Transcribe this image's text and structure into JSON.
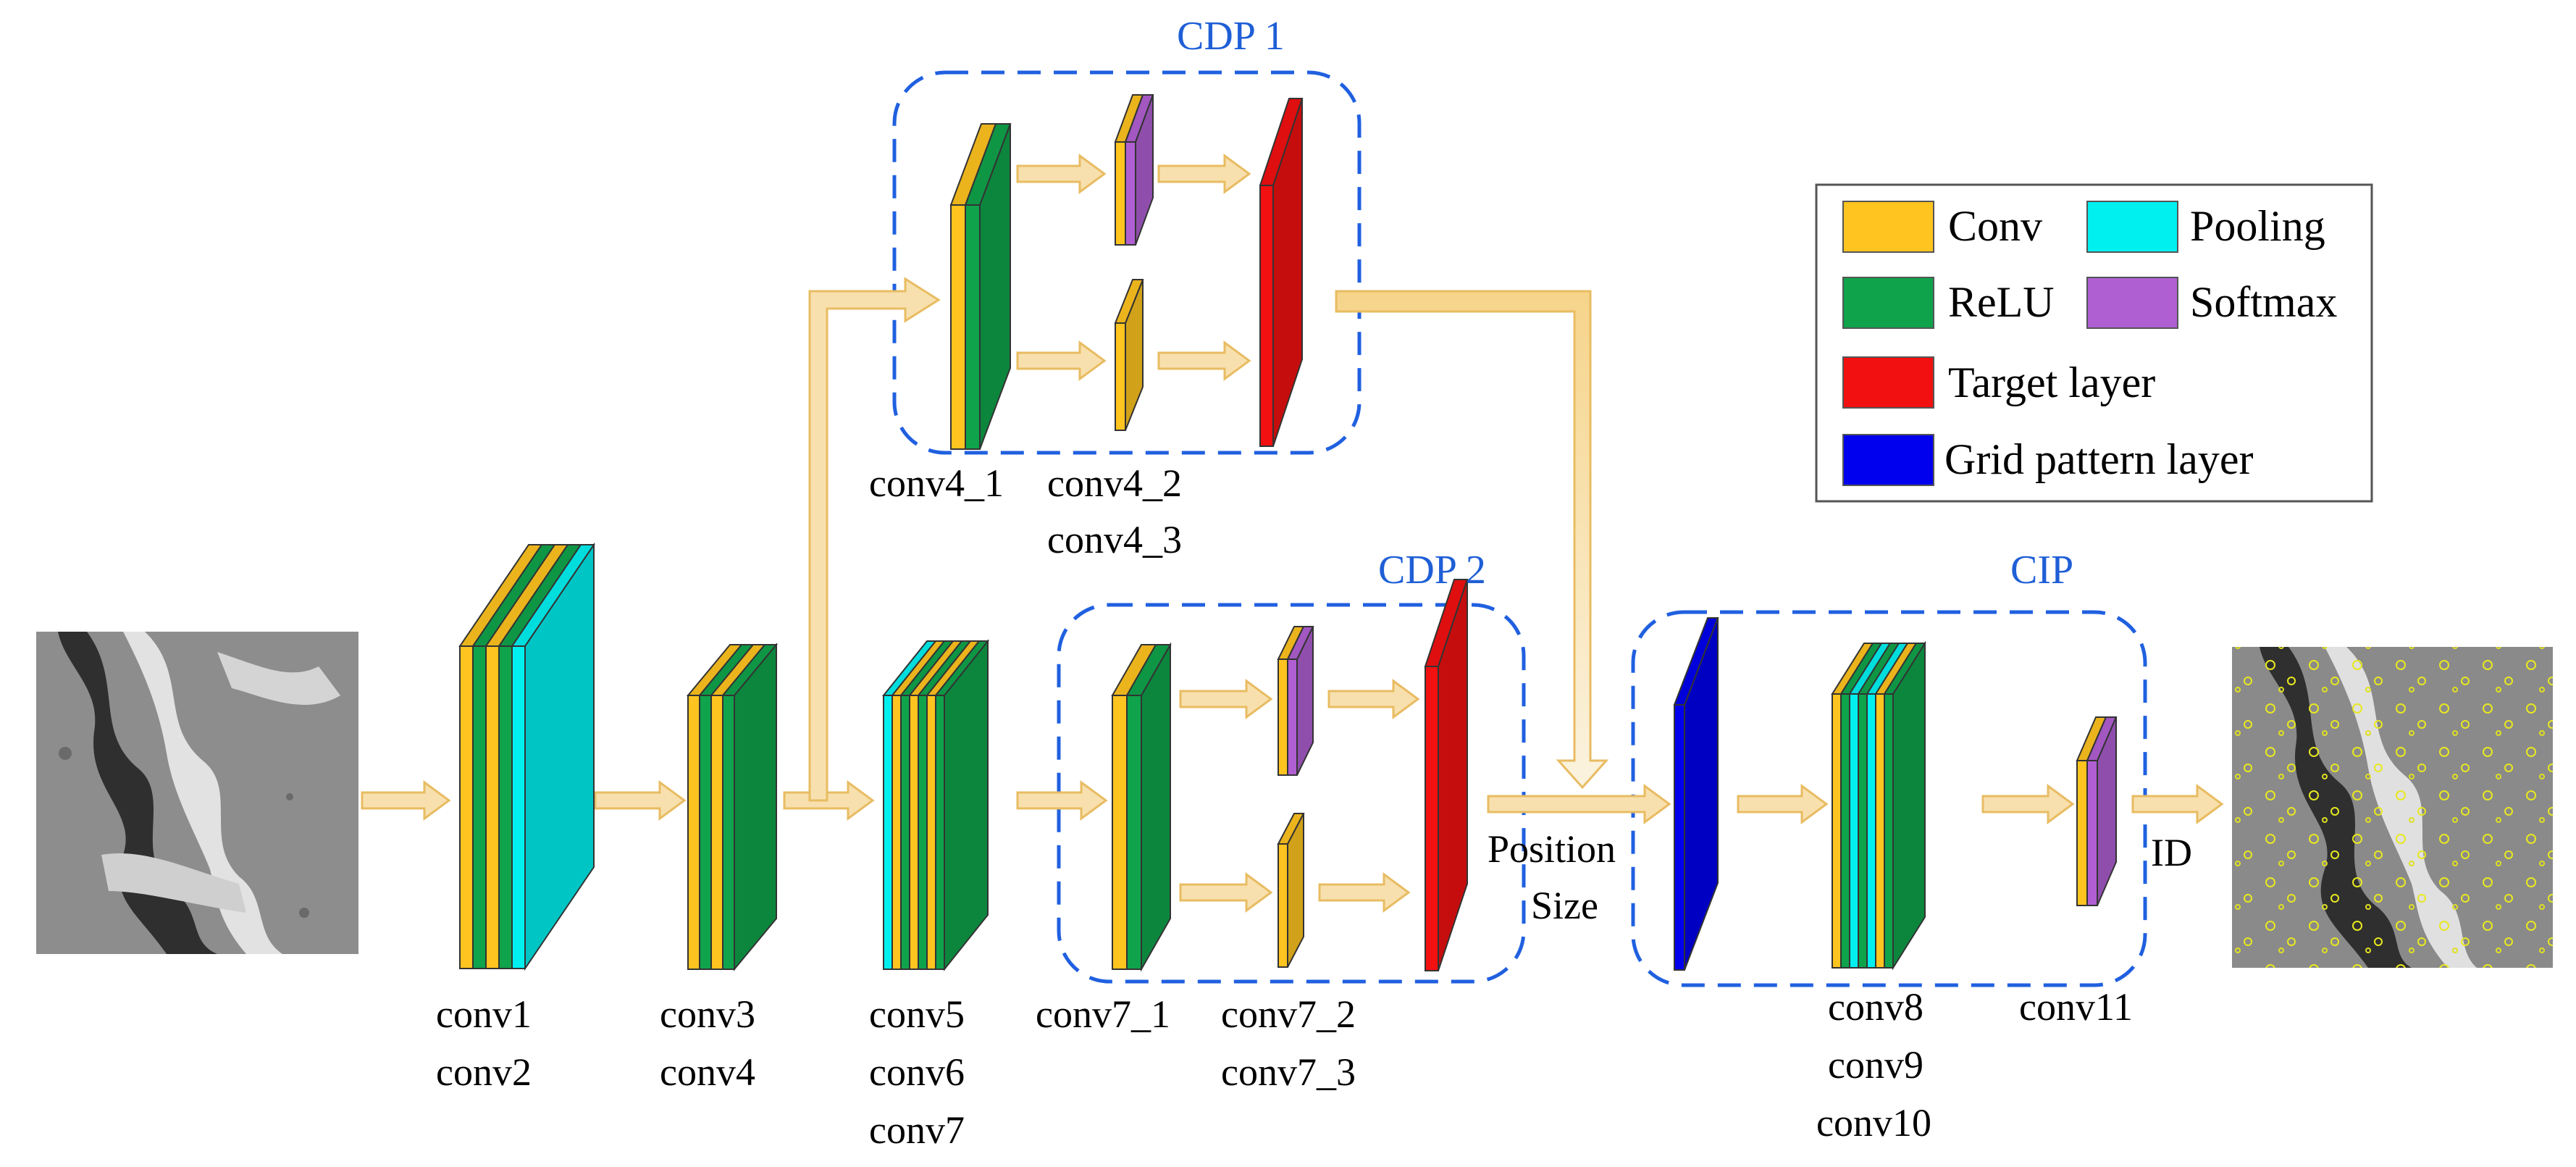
{
  "colors": {
    "conv": "#FFC41F",
    "relu": "#0FA34B",
    "pooling": "#00F0F0",
    "softmax": "#B05FD2",
    "target": "#F21010",
    "grid": "#0000EE",
    "group_border": "#2060E0",
    "arrow_fill": "#F8E0AE",
    "arrow_stroke": "#E8BC62"
  },
  "groups": {
    "cdp1": "CDP 1",
    "cdp2": "CDP 2",
    "cip": "CIP"
  },
  "layers": {
    "conv1": "conv1",
    "conv2": "conv2",
    "conv3": "conv3",
    "conv4": "conv4",
    "conv5": "conv5",
    "conv6": "conv6",
    "conv7": "conv7",
    "conv4_1": "conv4_1",
    "conv4_2": "conv4_2",
    "conv4_3": "conv4_3",
    "conv7_1": "conv7_1",
    "conv7_2": "conv7_2",
    "conv7_3": "conv7_3",
    "conv8": "conv8",
    "conv9": "conv9",
    "conv10": "conv10",
    "conv11": "conv11"
  },
  "annotations": {
    "position": "Position",
    "size": "Size",
    "id": "ID"
  },
  "legend": {
    "conv": "Conv",
    "pooling": "Pooling",
    "relu": "ReLU",
    "softmax": "Softmax",
    "target": "Target layer",
    "grid": "Grid pattern layer"
  }
}
